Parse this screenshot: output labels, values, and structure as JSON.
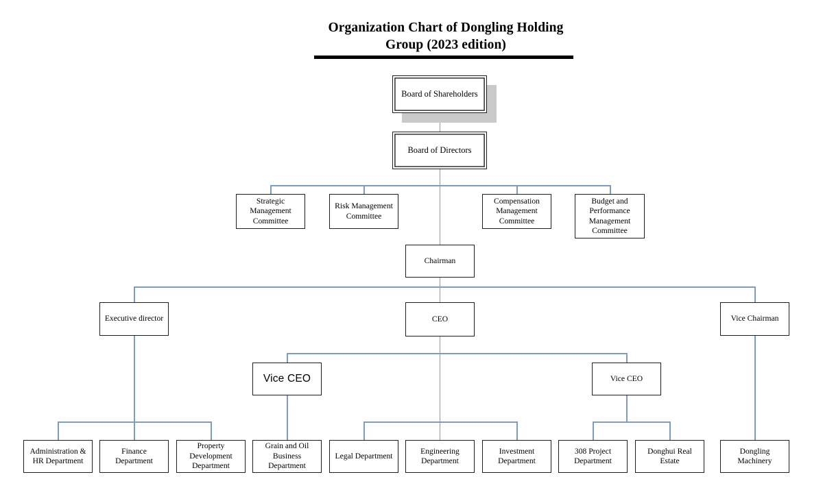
{
  "title": {
    "line1": "Organization Chart of Dongling Holding",
    "line2": "Group (2023 edition)"
  },
  "colors": {
    "connector": "#7d9dc0",
    "box_border": "#1d1d1d",
    "shadow": "#c9c9c9",
    "background": "#ffffff",
    "text": "#000000"
  },
  "chart_data": {
    "type": "diagram",
    "subtype": "organization-chart",
    "title": "Organization Chart of Dongling Holding Group (2023 edition)",
    "nodes": [
      {
        "id": "shareholders",
        "label": "Board of Shareholders",
        "level": 0
      },
      {
        "id": "directors",
        "label": "Board of Directors",
        "level": 1
      },
      {
        "id": "strategic",
        "label": "Strategic Management Committee",
        "level": 2
      },
      {
        "id": "risk",
        "label": "Risk Management Committee",
        "level": 2
      },
      {
        "id": "compensation",
        "label": "Compensation Management Committee",
        "level": 2
      },
      {
        "id": "budget",
        "label": "Budget and Performance Management Committee",
        "level": 2
      },
      {
        "id": "chairman",
        "label": "Chairman",
        "level": 3
      },
      {
        "id": "exec-director",
        "label": "Executive director",
        "level": 4
      },
      {
        "id": "ceo",
        "label": "CEO",
        "level": 4
      },
      {
        "id": "vice-chairman",
        "label": "Vice Chairman",
        "level": 4
      },
      {
        "id": "vice-ceo-left",
        "label": "Vice CEO",
        "level": 5
      },
      {
        "id": "vice-ceo-right",
        "label": "Vice CEO",
        "level": 5
      },
      {
        "id": "admin-hr",
        "label": "Administration & HR Department",
        "level": 6
      },
      {
        "id": "finance",
        "label": "Finance Department",
        "level": 6
      },
      {
        "id": "property",
        "label": "Property Development Department",
        "level": 6
      },
      {
        "id": "grain-oil",
        "label": "Grain and Oil Business Department",
        "level": 6
      },
      {
        "id": "legal",
        "label": "Legal Department",
        "level": 6
      },
      {
        "id": "engineering",
        "label": "Engineering Department",
        "level": 6
      },
      {
        "id": "investment",
        "label": "Investment Department",
        "level": 6
      },
      {
        "id": "project-308",
        "label": "308 Project Department",
        "level": 6
      },
      {
        "id": "donghui",
        "label": "Donghui Real Estate",
        "level": 6
      },
      {
        "id": "machinery",
        "label": "Dongling Machinery",
        "level": 6
      }
    ],
    "edges": [
      {
        "from": "shareholders",
        "to": "directors"
      },
      {
        "from": "directors",
        "to": "strategic"
      },
      {
        "from": "directors",
        "to": "risk"
      },
      {
        "from": "directors",
        "to": "compensation"
      },
      {
        "from": "directors",
        "to": "budget"
      },
      {
        "from": "directors",
        "to": "chairman"
      },
      {
        "from": "chairman",
        "to": "exec-director"
      },
      {
        "from": "chairman",
        "to": "ceo"
      },
      {
        "from": "chairman",
        "to": "vice-chairman"
      },
      {
        "from": "ceo",
        "to": "vice-ceo-left"
      },
      {
        "from": "ceo",
        "to": "vice-ceo-right"
      },
      {
        "from": "exec-director",
        "to": "admin-hr"
      },
      {
        "from": "exec-director",
        "to": "finance"
      },
      {
        "from": "exec-director",
        "to": "property"
      },
      {
        "from": "vice-ceo-left",
        "to": "grain-oil"
      },
      {
        "from": "ceo",
        "to": "legal"
      },
      {
        "from": "ceo",
        "to": "engineering"
      },
      {
        "from": "ceo",
        "to": "investment"
      },
      {
        "from": "vice-ceo-right",
        "to": "project-308"
      },
      {
        "from": "vice-ceo-right",
        "to": "donghui"
      },
      {
        "from": "vice-chairman",
        "to": "machinery"
      }
    ]
  },
  "nodes": {
    "shareholders": "Board of Shareholders",
    "directors": "Board of Directors",
    "strategic": "Strategic Management Committee",
    "risk": "Risk Management Committee",
    "compensation": "Compensation Management Committee",
    "budget": "Budget and Performance Management Committee",
    "chairman": "Chairman",
    "exec_director": "Executive director",
    "ceo": "CEO",
    "vice_chairman": "Vice Chairman",
    "vice_ceo_left": "Vice CEO",
    "vice_ceo_right": "Vice CEO",
    "admin_hr": "Administration & HR Department",
    "finance": "Finance Department",
    "property": "Property Development Department",
    "grain_oil": "Grain and Oil Business Department",
    "legal": "Legal Department",
    "engineering": "Engineering Department",
    "investment": "Investment Department",
    "project_308": "308 Project Department",
    "donghui": "Donghui Real Estate",
    "machinery": "Dongling Machinery"
  }
}
